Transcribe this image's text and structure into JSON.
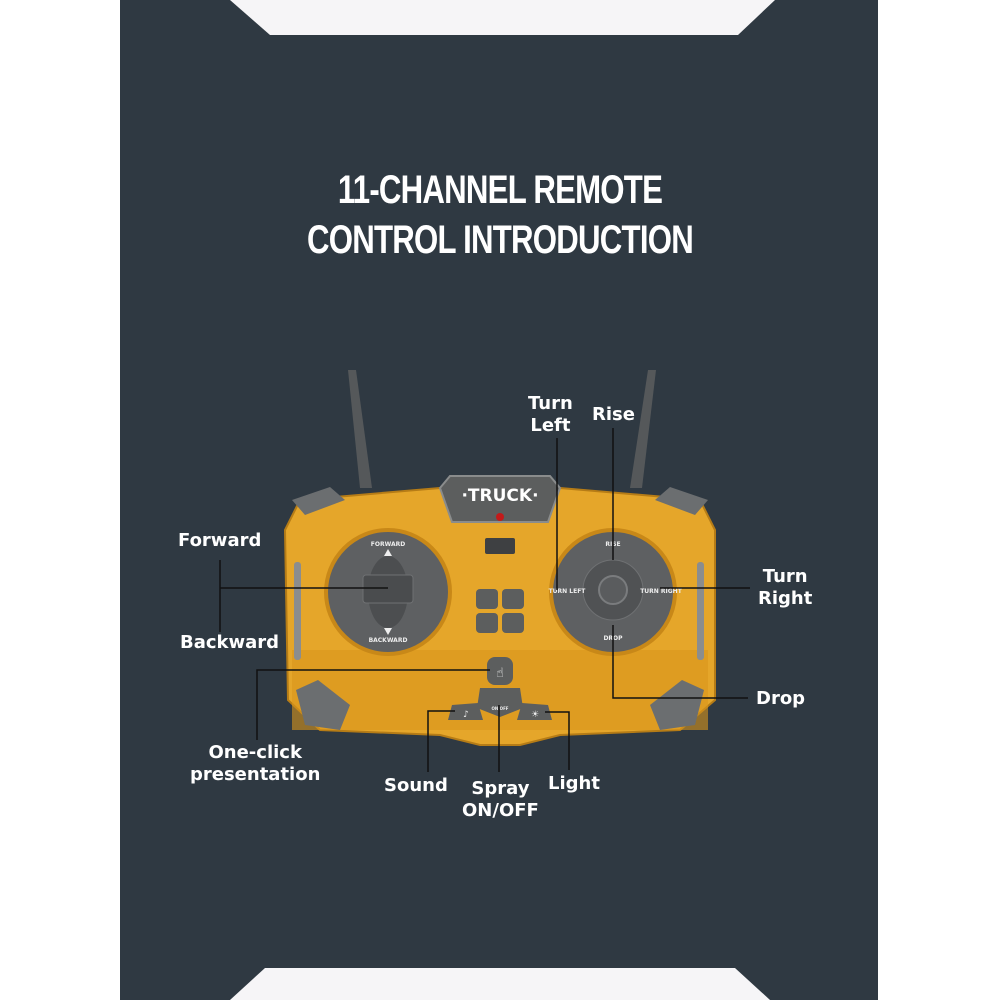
{
  "title": {
    "line1": "11-CHANNEL REMOTE",
    "line2": "CONTROL INTRODUCTION"
  },
  "remote": {
    "brand": "·TRUCK·",
    "left_stick": {
      "top": "FORWARD",
      "bottom": "BACKWARD"
    },
    "right_stick": {
      "top": "RISE",
      "bottom": "DROP",
      "left": "TURN LEFT",
      "right": "TURN RIGHT"
    },
    "spray_button_text": "ON/OFF"
  },
  "callouts": {
    "forward": "Forward",
    "backward": "Backward",
    "turn_left": "Turn\nLeft",
    "rise": "Rise",
    "turn_right": "Turn\nRight",
    "drop": "Drop",
    "one_click": "One-click\npresentation",
    "sound": "Sound",
    "spray": "Spray\nON/OFF",
    "light": "Light"
  },
  "colors": {
    "background": "#2f3942",
    "body": "#e5a62a",
    "gray": "#5c5e5e"
  }
}
